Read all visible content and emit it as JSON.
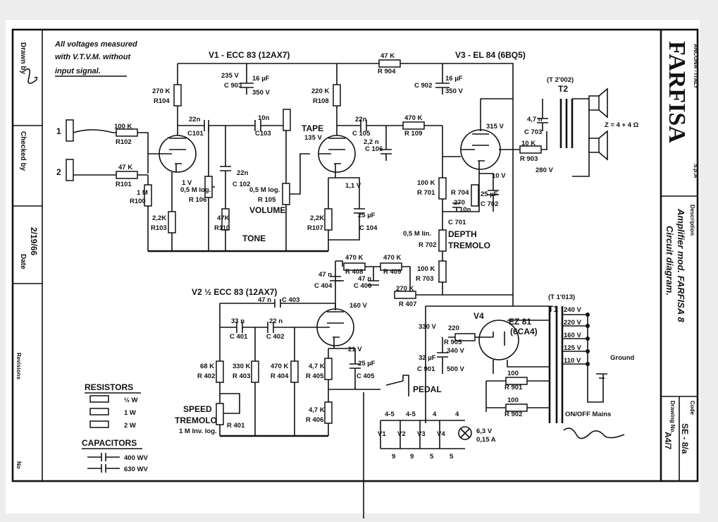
{
  "header": {
    "note_lines": [
      "All voltages measured",
      "with V.T.V.M. without",
      "input signal."
    ],
    "v1_title": "V1 - ECC 83 (12AX7)",
    "v3_title": "V3 - EL 84 (6BQ5)",
    "v2_title": "V2 ½  ECC 83 (12AX7)"
  },
  "title_block": {
    "drawn_by_label": "Drawn by",
    "checked_by_label": "Checked by",
    "date_label": "Date",
    "date_value": "2/19/66",
    "revisions_label": "Revisions",
    "no_label": "No",
    "company": "FARFISA",
    "company_city": "ANCONA - ITALY",
    "company_suffix": "S.p.A",
    "description_label": "Description",
    "description_line1": "Amplifier mod. FARFISA 8",
    "description_line2": "Circuit diagram.",
    "drawing_no_label": "Drawing No.",
    "drawing_no": "A4/7",
    "code_label": "Code",
    "code": "SE - 8/a"
  },
  "inputs": [
    "1",
    "2"
  ],
  "labels": {
    "r102": [
      "100 K",
      "R102"
    ],
    "r101": [
      "47 K",
      "R101"
    ],
    "r100": [
      "1 M",
      "R100"
    ],
    "r103": [
      "2,2K",
      "R103"
    ],
    "r104": [
      "270 K",
      "R104"
    ],
    "c101": [
      "22n",
      "C101"
    ],
    "c903": [
      "235 V",
      "16 µF",
      "C 903",
      "350 V"
    ],
    "c103": [
      "10n",
      "C103"
    ],
    "c102": [
      "22n",
      "C 102"
    ],
    "r106": [
      "0,5 M log.",
      "R 106"
    ],
    "r110": [
      "47K",
      "R110"
    ],
    "tone": "TONE",
    "r105": [
      "0,5 M log.",
      "R 105"
    ],
    "volume": "VOLUME",
    "r108": [
      "220 K",
      "R108"
    ],
    "tape": [
      "TAPE",
      "135 V"
    ],
    "c105": [
      "22n",
      "C 105"
    ],
    "c106": [
      "2,2 n",
      "C 106"
    ],
    "r107": [
      "2,2K",
      "R107"
    ],
    "c104": [
      "25 µF",
      "C 104"
    ],
    "r904": [
      "47 K",
      "R 904"
    ],
    "c902": [
      "C 902",
      "16 µF",
      "350 V"
    ],
    "r109": [
      "470 K",
      "R 109"
    ],
    "v1_volts": [
      "1 V",
      "1,1 V"
    ],
    "v3_volts": [
      "315 V",
      "10 V"
    ],
    "r701": [
      "100 K",
      "R 701"
    ],
    "r704": [
      "R 704",
      "270"
    ],
    "c702": [
      "25 µF",
      "C 702"
    ],
    "c701": [
      "10n",
      "C 701"
    ],
    "r702": [
      "0,5 M lin.",
      "R 702"
    ],
    "depth": [
      "DEPTH",
      "TREMOLO"
    ],
    "r703": [
      "100 K",
      "R 703"
    ],
    "t2": [
      "(T 2'002)",
      "T2"
    ],
    "c703": [
      "4,7 n",
      "C 703"
    ],
    "r903": [
      "10 K",
      "R 903",
      "280 V"
    ],
    "speaker": "Z = 4 + 4 Ω",
    "r408": [
      "470 K",
      "R 408"
    ],
    "r409": [
      "470 K",
      "R 409"
    ],
    "c404": [
      "47 n",
      "C 404"
    ],
    "c406": [
      "47 n",
      "C 406"
    ],
    "r407": [
      "270 K",
      "R 407"
    ],
    "c403": [
      "47 n",
      "C 403"
    ],
    "v2_volts": [
      "160 V",
      "21 V"
    ],
    "c401": [
      "33 n",
      "C 401"
    ],
    "c402": [
      "22 n",
      "C 402"
    ],
    "r402": [
      "68 K",
      "R 402"
    ],
    "r403": [
      "330 K",
      "R 403"
    ],
    "r404": [
      "470 K",
      "R 404"
    ],
    "r405": [
      "4,7 K",
      "R 405"
    ],
    "r406": [
      "4,7 K",
      "R 406"
    ],
    "c405": [
      "25 µF",
      "C 405"
    ],
    "pedal": "PEDAL",
    "speed": [
      "SPEED",
      "TREMOLO",
      "1 M Inv. log.",
      "R 401"
    ],
    "t1": [
      "(T 1'013)",
      "T1"
    ],
    "v4": [
      "V4",
      "EZ 81",
      "(6CA4)"
    ],
    "r905": [
      "330 V",
      "220",
      "R 905",
      "340 V"
    ],
    "c901": [
      "32 µF",
      "C 901",
      "500 V"
    ],
    "taps": [
      "240 V",
      "220 V",
      "160 V",
      "125 V",
      "110 V"
    ],
    "ground": "Ground",
    "onoff": "ON/OFF  Mains",
    "r901": [
      "100",
      "R 901"
    ],
    "r902": [
      "100",
      "R 902"
    ],
    "heater_top": [
      "4-5",
      "4-5",
      "4",
      "4"
    ],
    "heater_tubes": [
      "V1",
      "V2",
      "V3",
      "V4"
    ],
    "heater_bottom": [
      "9",
      "9",
      "5",
      "5"
    ],
    "lamp": [
      "6,3 V",
      "0,15 A"
    ]
  },
  "legend": {
    "resistors_title": "RESISTORS",
    "resistor_ratings": [
      "½ W",
      "1 W",
      "2 W"
    ],
    "capacitors_title": "CAPACITORS",
    "capacitor_ratings": [
      "400 WV",
      "630 WV"
    ]
  }
}
